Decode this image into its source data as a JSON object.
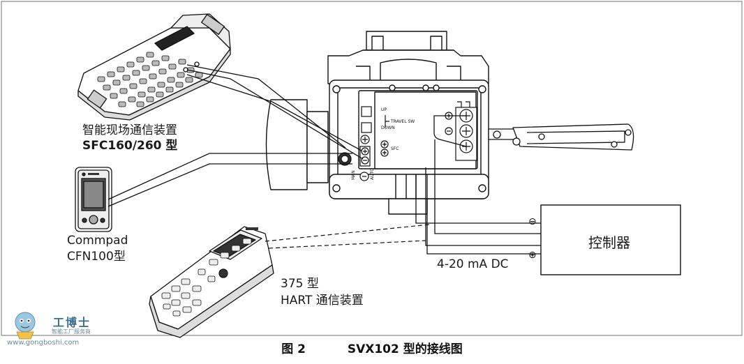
{
  "devices": {
    "sfc_name": "智能现场通信装置",
    "sfc_model": "SFC160/260 型",
    "commpad_name": "Commpad",
    "commpad_model": "CFN100型",
    "hart_model": "375 型",
    "hart_name": "HART 通信装置"
  },
  "controller": {
    "label": "控制器",
    "minus": "⊖",
    "plus": "⊕",
    "signal": "4-20 mA DC"
  },
  "terminal": {
    "up": "UP",
    "travel_sw": "TRAVEL SW",
    "down": "DOWN",
    "sfc": "SFC",
    "man": "MAN",
    "auto": "AUTO"
  },
  "caption": {
    "figure": "图 2",
    "title": "SVX102 型的接线图"
  },
  "watermark": {
    "brand": "工博士",
    "tagline": "智能工厂服务商",
    "url": "www.gongboshi.com"
  }
}
